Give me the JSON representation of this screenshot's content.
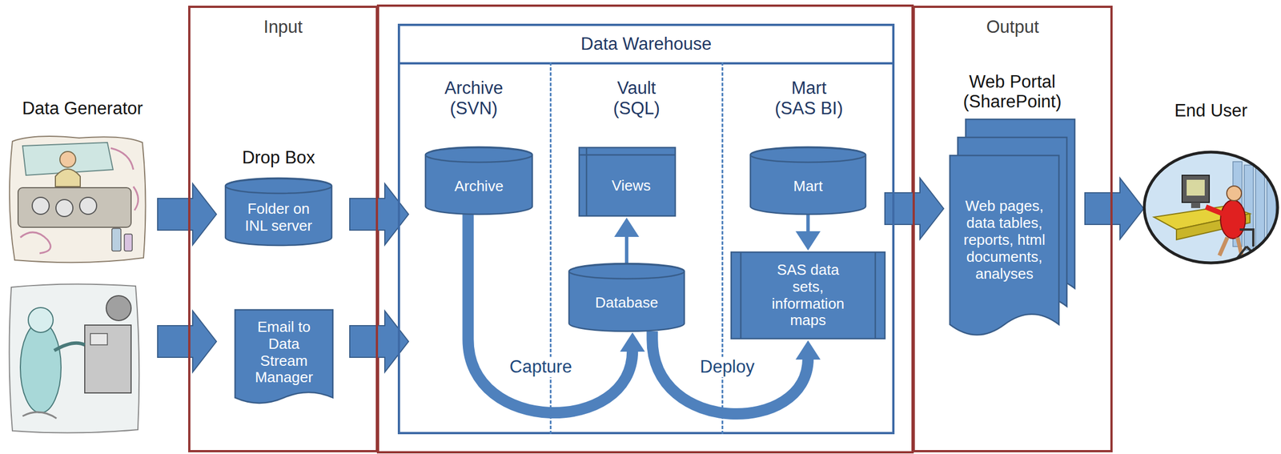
{
  "diagram": {
    "nodes": [
      {
        "text": [
          "Input"
        ]
      },
      {
        "text": [
          "Drop Box",
          "Folder on INL server"
        ],
        "in": 0
      },
      {
        "text": [
          "Email to Data Stream Manager"
        ],
        "in": 0
      },
      {
        "text": [
          "Data Warehouse"
        ]
      },
      {
        "text": [
          "Archive (SVN)"
        ],
        "in": 3
      },
      {
        "text": [
          "Archive"
        ],
        "in": 4
      },
      {
        "text": [
          "Vault (SQL)"
        ],
        "in": 3
      },
      {
        "text": [
          "Views"
        ],
        "in": 6
      },
      {
        "text": [
          "Database"
        ],
        "in": 6
      },
      {
        "text": [
          "Mart (SAS BI)"
        ],
        "in": 3
      },
      {
        "text": [
          "Mart"
        ],
        "in": 9
      },
      {
        "text": [
          "SAS data sets, information maps"
        ],
        "in": 9
      },
      {
        "text": [
          "Output"
        ]
      },
      {
        "text": [
          "Web Portal (SharePoint)",
          "Web pages, data tables, reports, html documents, analyses"
        ],
        "in": 12
      },
      {
        "text": [
          "End User"
        ]
      }
    ],
    "edges": [
      {
        "from": 1,
        "to": 3,
        "arrow": "to"
      },
      {
        "from": 2,
        "to": 3,
        "arrow": "to"
      },
      {
        "from": 8,
        "to": 7,
        "arrow": "to"
      },
      {
        "from": 10,
        "to": 11,
        "arrow": "to"
      },
      {
        "from": 5,
        "to": 8,
        "label": "Capture",
        "arrow": "to"
      },
      {
        "from": 8,
        "to": 11,
        "label": "Deploy",
        "arrow": "to"
      },
      {
        "from": 3,
        "to": 13,
        "arrow": "to"
      },
      {
        "from": 13,
        "to": 14,
        "arrow": "to"
      }
    ],
    "labels": [
      "Data Generator"
    ]
  }
}
